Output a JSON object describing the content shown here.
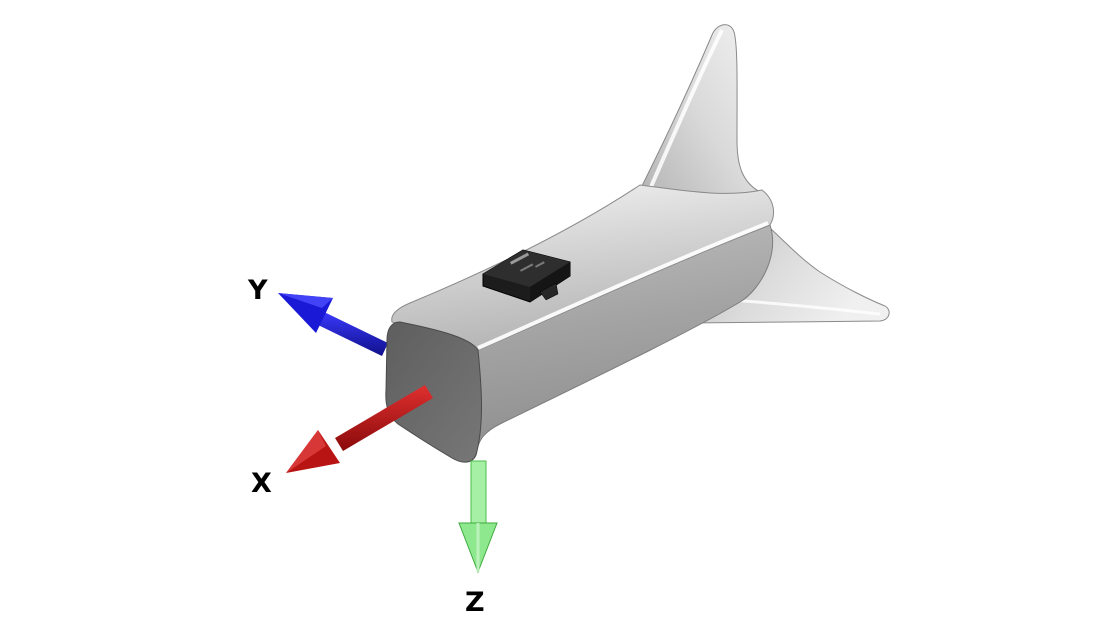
{
  "axes": {
    "x": {
      "label": "X",
      "color": "#b81414"
    },
    "y": {
      "label": "Y",
      "color": "#1a1ad6"
    },
    "z": {
      "label": "Z",
      "color": "#6ee06e"
    }
  },
  "model": {
    "body_color": "#c4c4c4",
    "end_face_color": "#6b6b6b",
    "sensor_color": "#1c1c1c"
  }
}
